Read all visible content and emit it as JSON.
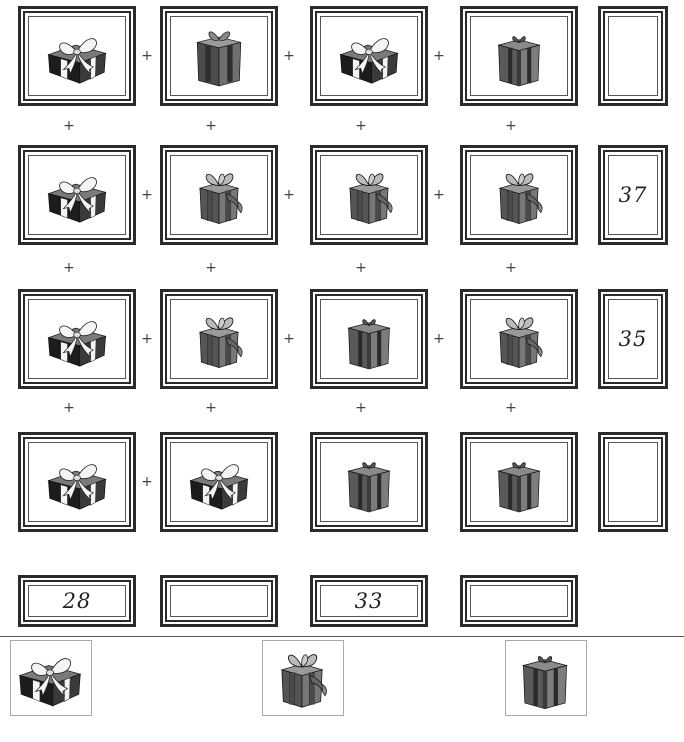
{
  "rows": [
    {
      "items": [
        "white-bow-gift",
        "tall-gift",
        "white-bow-gift",
        "plain-gift"
      ],
      "sum": ""
    },
    {
      "items": [
        "white-bow-gift",
        "ribbon-gift",
        "ribbon-gift",
        "ribbon-gift"
      ],
      "sum": "37"
    },
    {
      "items": [
        "white-bow-gift",
        "ribbon-gift",
        "plain-gift",
        "ribbon-gift"
      ],
      "sum": "35"
    },
    {
      "items": [
        "white-bow-gift",
        "white-bow-gift",
        "plain-gift",
        "plain-gift"
      ],
      "sum": ""
    }
  ],
  "column_sums": [
    "28",
    "",
    "33",
    ""
  ],
  "operator_symbol": "+",
  "legend": [
    "white-bow-gift",
    "ribbon-gift",
    "plain-gift"
  ],
  "colors": {
    "frame": "#2b2b2b",
    "gift_dark": "#1c1c1c",
    "gift_mid": "#7a7a7a",
    "ribbon_light": "#f4f4f4"
  }
}
